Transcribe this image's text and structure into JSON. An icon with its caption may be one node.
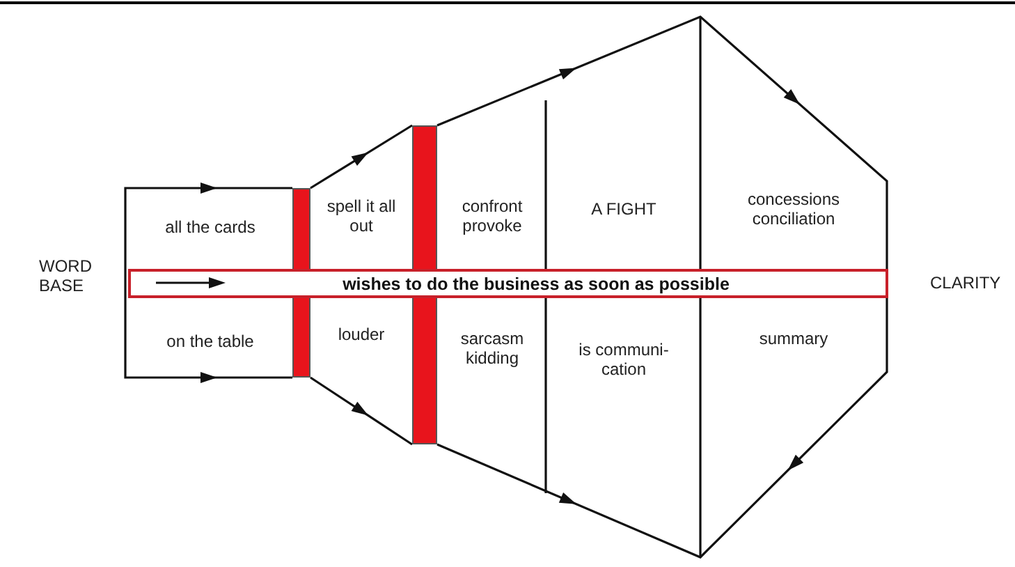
{
  "diagram": {
    "nodes": [
      {
        "text": [
          "all the cards",
          "on the table"
        ]
      },
      {
        "text": [],
        "shape": "bar"
      },
      {
        "text": [
          "spell it all out",
          "louder"
        ]
      },
      {
        "text": [],
        "shape": "bar"
      },
      {
        "text": [
          "confront provoke",
          "sarcasm kidding"
        ]
      },
      {
        "text": [
          "A FIGHT",
          "is communi- cation"
        ]
      },
      {
        "text": [
          "concessions conciliation",
          "summary"
        ]
      },
      {
        "text": [
          "wishes to do the business as soon as possible"
        ]
      }
    ],
    "labels": [
      "WORD BASE",
      "CLARITY"
    ]
  }
}
